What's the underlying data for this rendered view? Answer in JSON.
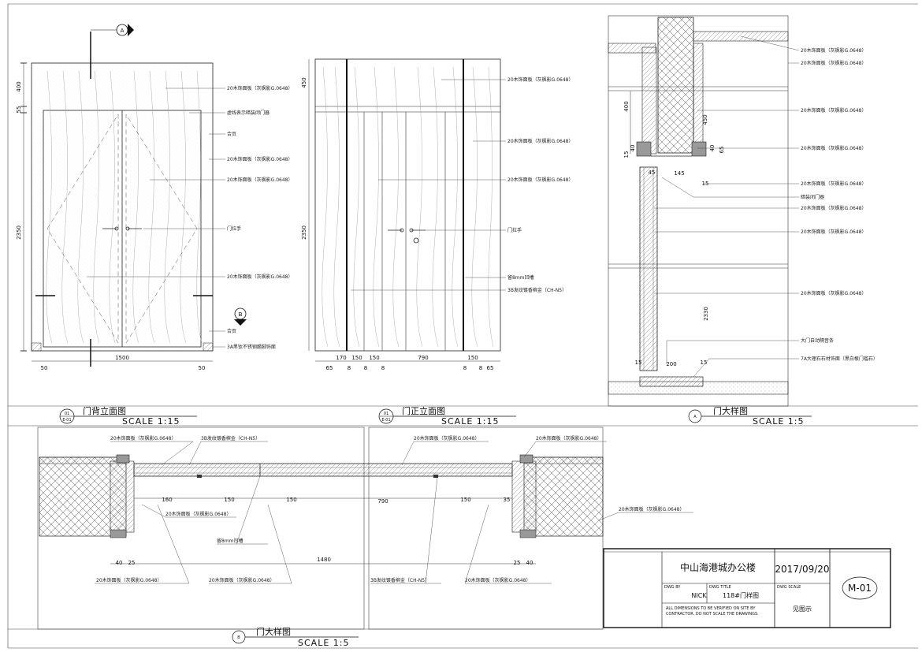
{
  "elevation_back": {
    "title": "门背立面图",
    "scale": "SCALE 1:15",
    "badge_top": "01",
    "badge_bottom": "E-01",
    "dims_left": [
      "400",
      "55",
      "2350"
    ],
    "dims_bottom": [
      "50",
      "1500",
      "50"
    ],
    "labels": [
      "20木饰面板（灰枫影G.0648）",
      "虚线表示暗装闭门器",
      "合页",
      "20木饰面板（灰枫影G.0648）",
      "20木饰面板（灰枫影G.0648）",
      "门拉手",
      "20木饰面板（灰枫影G.0648）",
      "合页",
      "3A黑钛不锈钢踢脚饰面"
    ],
    "section_mark_top": "A",
    "section_mark_bottom": "B"
  },
  "elevation_front": {
    "title": "门正立面图",
    "scale": "SCALE 1:15",
    "badge_top": "01",
    "badge_bottom": "E-01",
    "dims_left": [
      "450",
      "2350"
    ],
    "dims_bottom": [
      "65",
      "170",
      "8",
      "150",
      "8",
      "150",
      "8",
      "790",
      "8",
      "150",
      "8",
      "65"
    ],
    "labels": [
      "20木饰面板（灰枫影G.0648）",
      "20木饰面板（灰枫影G.0648）",
      "20木饰面板（灰枫影G.0648）",
      "门拉手",
      "留8mm凹槽",
      "3B发纹镀香槟金（CH-N5）"
    ]
  },
  "detail_a": {
    "title": "门大样图",
    "scale": "SCALE 1:5",
    "badge": "A",
    "dims": [
      "400",
      "450",
      "15",
      "40",
      "65",
      "40",
      "45",
      "145",
      "15",
      "2330",
      "15",
      "200",
      "15"
    ],
    "labels": [
      "20木饰面板（灰枫影G.0648）",
      "20木饰面板（灰枫影G.0648）",
      "20木饰面板（灰枫影G.0648）",
      "20木饰面板（灰枫影G.0648）",
      "20木饰面板（灰枫影G.0648）",
      "暗装闭门器",
      "20木饰面板（灰枫影G.0648）",
      "20木饰面板（灰枫影G.0648）",
      "20木饰面板（灰枫影G.0648）",
      "大门自动隔音条",
      "7A大理石石材饰面（黑白根门槛石）"
    ]
  },
  "detail_b": {
    "title": "门大样图",
    "scale": "SCALE 1:5",
    "badge": "B",
    "dims": [
      "160",
      "150",
      "150",
      "790",
      "150",
      "35",
      "40",
      "25",
      "1480",
      "25",
      "40"
    ],
    "labels_top": [
      "20木饰面板（灰枫影G.0648）",
      "3B发纹镀香槟金（CH-N5）",
      "20木饰面板（灰枫影G.0648）",
      "20木饰面板（灰枫影G.0648）"
    ],
    "labels_mid": [
      "20木饰面板（灰枫影G.0648）",
      "20木饰面板（灰枫影G.0648）",
      "留8mm凹槽"
    ],
    "labels_bottom": [
      "20木饰面板（灰枫影G.0648）",
      "20木饰面板（灰枫影G.0648）",
      "3B发纹镀香槟金（CH-N5）",
      "20木饰面板（灰枫影G.0648）"
    ]
  },
  "title_block": {
    "project": "中山海港城办公楼",
    "date": "2017/09/20",
    "dwg_by_label": "DWG BY",
    "dwg_by": "NICK",
    "dwg_title_label": "DWG TITLE",
    "dwg_title": "118#门样图",
    "dwg_scale_label": "DWG SCALE",
    "dwg_scale": "见图示",
    "note": "ALL DIMENSIONS TO BE VERIFIED ON SITE BY CONTRACTOR. DO NOT SCALE THE DRAWINGS.",
    "sheet_no": "M-01"
  },
  "colors": {
    "line": "#111111",
    "annotation": "#8a4fa3",
    "hatch": "#666666"
  }
}
